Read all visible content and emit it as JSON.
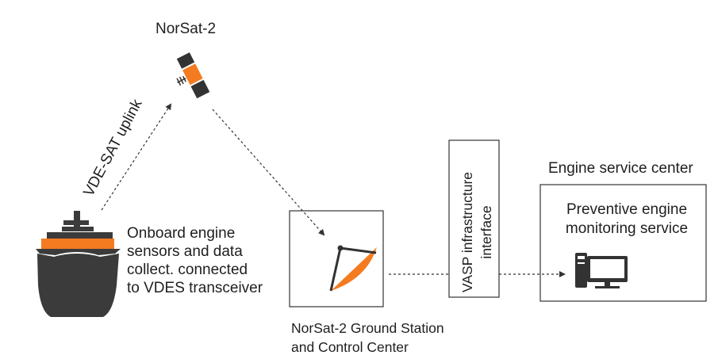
{
  "colors": {
    "accent_orange": "#f47b20",
    "hull_dark": "#3b3b3b",
    "line": "#333333",
    "box_border": "#333333"
  },
  "satellite": {
    "title": "NorSat-2",
    "icon": "satellite-icon"
  },
  "uplink": {
    "label": "VDE-SAT uplink"
  },
  "ship": {
    "icon": "ship-icon",
    "lines": [
      "Onboard engine",
      "sensors and data",
      "collect. connected",
      "to VDES transceiver"
    ]
  },
  "ground_station": {
    "icon": "satellite-dish-icon",
    "lines": [
      "NorSat-2 Ground Station",
      "and Control Center"
    ]
  },
  "vasp": {
    "lines": [
      "VASP infrastructure",
      "interface"
    ]
  },
  "engine_service": {
    "title": "Engine service center",
    "service_lines": [
      "Preventive engine",
      "monitoring service"
    ],
    "icon": "computer-icon"
  }
}
